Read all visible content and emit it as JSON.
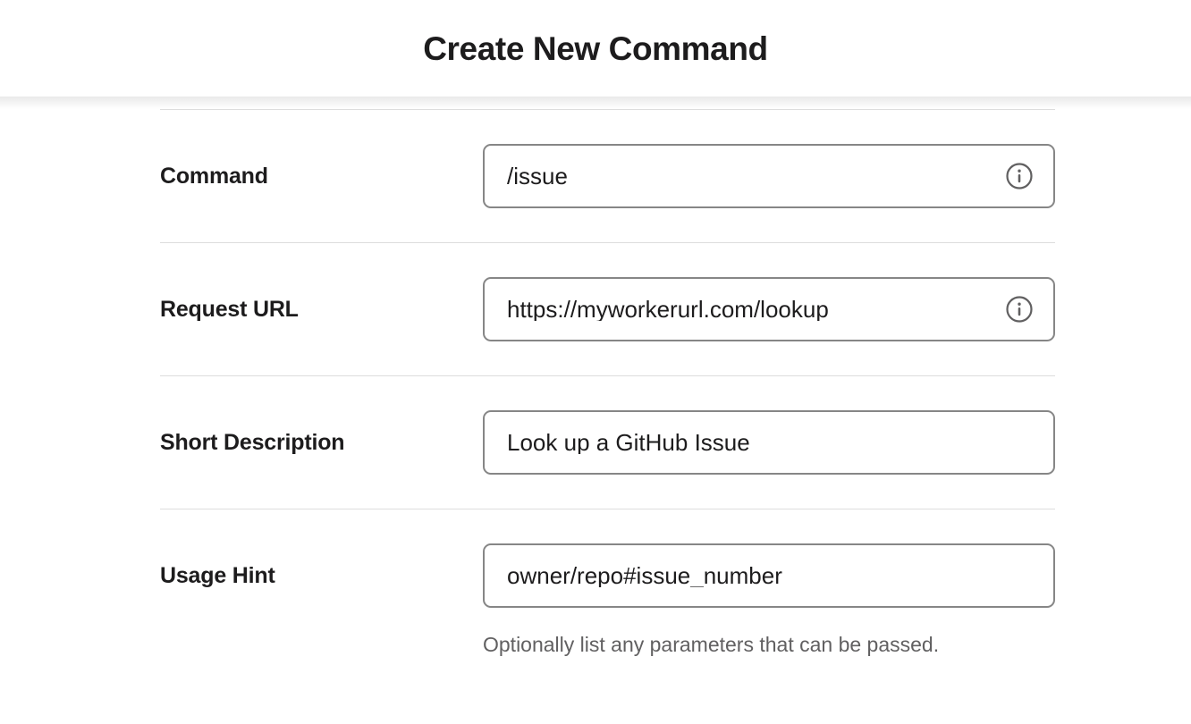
{
  "header": {
    "title": "Create New Command"
  },
  "colors": {
    "text_primary": "#1d1c1d",
    "text_secondary": "#616061",
    "input_border": "#868686",
    "divider": "#dddddd",
    "background": "#ffffff"
  },
  "form": {
    "fields": [
      {
        "label": "Command",
        "value": "/issue",
        "placeholder": "",
        "has_info_icon": true,
        "info_icon_name": "info-icon",
        "helper_text": ""
      },
      {
        "label": "Request URL",
        "value": "https://myworkerurl.com/lookup",
        "placeholder": "",
        "has_info_icon": true,
        "info_icon_name": "info-icon",
        "helper_text": ""
      },
      {
        "label": "Short Description",
        "value": "Look up a GitHub Issue",
        "placeholder": "",
        "has_info_icon": false,
        "info_icon_name": "",
        "helper_text": ""
      },
      {
        "label": "Usage Hint",
        "value": "owner/repo#issue_number",
        "placeholder": "",
        "has_info_icon": false,
        "info_icon_name": "",
        "helper_text": "Optionally list any parameters that can be passed."
      }
    ]
  }
}
